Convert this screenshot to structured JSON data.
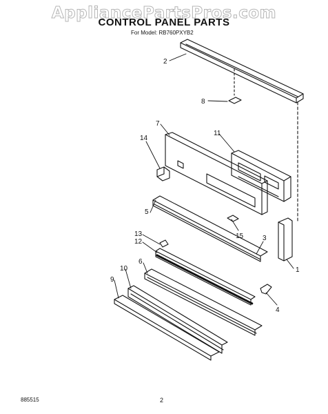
{
  "watermark": "AppliancePartsPros.com",
  "header": {
    "title": "CONTROL PANEL PARTS",
    "model": "For Model: RB760PXYB2"
  },
  "callouts": [
    "1",
    "2",
    "3",
    "4",
    "5",
    "6",
    "7",
    "8",
    "9",
    "10",
    "11",
    "12",
    "13",
    "14",
    "15"
  ],
  "footer": {
    "code": "885515",
    "page": "2"
  }
}
